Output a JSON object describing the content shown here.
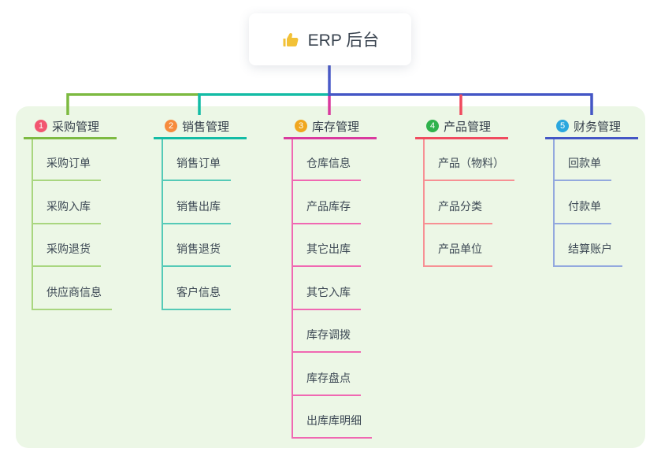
{
  "root": {
    "title": "ERP 后台",
    "icon": "thumbs-up-icon",
    "icon_color": "#F2C137",
    "connector_color": "#4A5AC8"
  },
  "canvas": {
    "panel_color": "#ECF7E6",
    "background": "#FFFFFF"
  },
  "branches": [
    {
      "number": "1",
      "label": "采购管理",
      "badge_color": "#F25670",
      "line_color": "#7DBA41",
      "child_line_color": "#A9D67F",
      "items": [
        "采购订单",
        "采购入库",
        "采购退货",
        "供应商信息"
      ]
    },
    {
      "number": "2",
      "label": "销售管理",
      "badge_color": "#F68B3D",
      "line_color": "#13BCA5",
      "child_line_color": "#55CAB7",
      "items": [
        "销售订单",
        "销售出库",
        "销售退货",
        "客户信息"
      ]
    },
    {
      "number": "3",
      "label": "库存管理",
      "badge_color": "#F0A71F",
      "line_color": "#D93A9E",
      "child_line_color": "#F068B2",
      "items": [
        "仓库信息",
        "产品库存",
        "其它出库",
        "其它入库",
        "库存调拨",
        "库存盘点",
        "出库库明细"
      ]
    },
    {
      "number": "4",
      "label": "产品管理",
      "badge_color": "#2FB24C",
      "line_color": "#F04B5F",
      "child_line_color": "#F79094",
      "items": [
        "产品（物料）",
        "产品分类",
        "产品单位"
      ]
    },
    {
      "number": "5",
      "label": "财务管理",
      "badge_color": "#2BA7DE",
      "line_color": "#4456C5",
      "child_line_color": "#93A9DE",
      "items": [
        "回款单",
        "付款单",
        "结算账户"
      ]
    }
  ]
}
